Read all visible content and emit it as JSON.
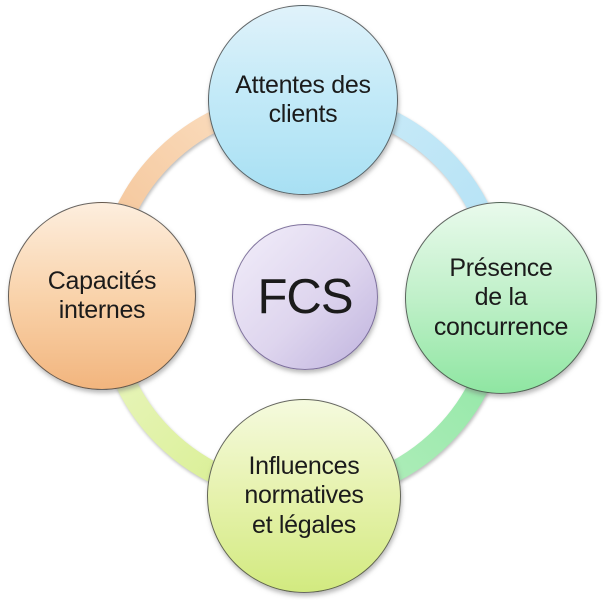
{
  "diagram": {
    "type": "cycle-diagram",
    "background_color": "#ffffff",
    "text_color": "#1b1b1b",
    "center": {
      "label": "FCS",
      "fill_light": "#f2eefa",
      "fill_dark": "#bfb3de",
      "border_color": "#5f5082"
    },
    "nodes": [
      {
        "position": "top",
        "label": "Attentes des\nclients",
        "fill_light": "#e0f2fa",
        "fill_dark": "#a8e0f3",
        "ring_segment_color": "#bfe6f7"
      },
      {
        "position": "right",
        "label": "Présence\nde la\nconcurrence",
        "fill_light": "#e9faec",
        "fill_dark": "#8fe6a2",
        "ring_segment_color": "#9de9af"
      },
      {
        "position": "bottom",
        "label": "Influences\nnormatives\net légales",
        "fill_light": "#f5fade",
        "fill_dark": "#d2ea80",
        "ring_segment_color": "#dcf098"
      },
      {
        "position": "left",
        "label": "Capacités\ninternes",
        "fill_light": "#fdeede",
        "fill_dark": "#f2b57e",
        "ring_segment_color": "#f6cfa4"
      }
    ]
  }
}
